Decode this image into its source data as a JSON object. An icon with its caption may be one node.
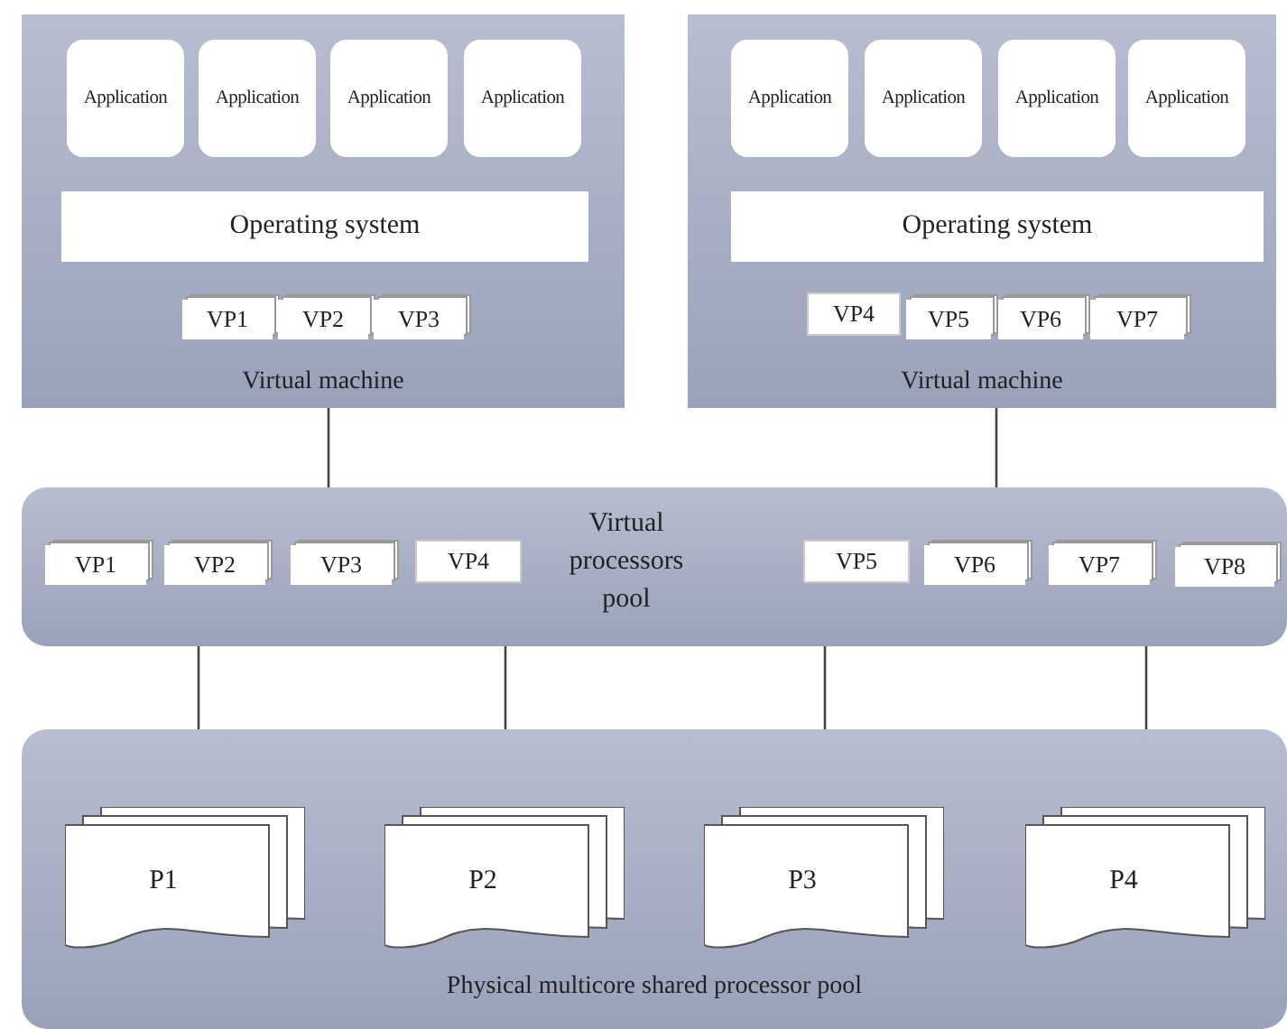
{
  "diagram": {
    "nodes": [
      {
        "text": [
          "Virtual machine"
        ]
      },
      {
        "text": [
          "Application"
        ],
        "in": 0
      },
      {
        "text": [
          "Application"
        ],
        "in": 0
      },
      {
        "text": [
          "Application"
        ],
        "in": 0
      },
      {
        "text": [
          "Application"
        ],
        "in": 0
      },
      {
        "text": [
          "Operating system"
        ],
        "in": 0
      },
      {
        "text": [
          "VP1"
        ],
        "in": 0
      },
      {
        "text": [
          "VP2"
        ],
        "in": 0
      },
      {
        "text": [
          "VP3"
        ],
        "in": 0
      },
      {
        "text": [
          "Virtual machine"
        ]
      },
      {
        "text": [
          "Application"
        ],
        "in": 9
      },
      {
        "text": [
          "Application"
        ],
        "in": 9
      },
      {
        "text": [
          "Application"
        ],
        "in": 9
      },
      {
        "text": [
          "Application"
        ],
        "in": 9
      },
      {
        "text": [
          "Operating system"
        ],
        "in": 9
      },
      {
        "text": [
          "VP4"
        ],
        "in": 9
      },
      {
        "text": [
          "VP5"
        ],
        "in": 9
      },
      {
        "text": [
          "VP6"
        ],
        "in": 9
      },
      {
        "text": [
          "VP7"
        ],
        "in": 9
      },
      {
        "text": [
          "Virtual processors pool"
        ]
      },
      {
        "text": [
          "VP1"
        ],
        "in": 19
      },
      {
        "text": [
          "VP2"
        ],
        "in": 19
      },
      {
        "text": [
          "VP3"
        ],
        "in": 19
      },
      {
        "text": [
          "VP4"
        ],
        "in": 19
      },
      {
        "text": [
          "VP5"
        ],
        "in": 19
      },
      {
        "text": [
          "VP6"
        ],
        "in": 19
      },
      {
        "text": [
          "VP7"
        ],
        "in": 19
      },
      {
        "text": [
          "VP8"
        ],
        "in": 19
      },
      {
        "text": [
          "Physical multicore shared processor pool"
        ]
      },
      {
        "text": [
          "P1"
        ],
        "in": 28
      },
      {
        "text": [
          "P2"
        ],
        "in": 28
      },
      {
        "text": [
          "P3"
        ],
        "in": 28
      },
      {
        "text": [
          "P4"
        ],
        "in": 28
      }
    ],
    "edges": [
      {
        "from": 0,
        "to": 19,
        "arrow": "none"
      },
      {
        "from": 9,
        "to": 19,
        "arrow": "none"
      },
      {
        "from": 19,
        "to": 28,
        "arrow": "none"
      },
      {
        "from": 19,
        "to": 28,
        "arrow": "none"
      },
      {
        "from": 19,
        "to": 28,
        "arrow": "none"
      },
      {
        "from": 19,
        "to": 28,
        "arrow": "none"
      }
    ]
  }
}
